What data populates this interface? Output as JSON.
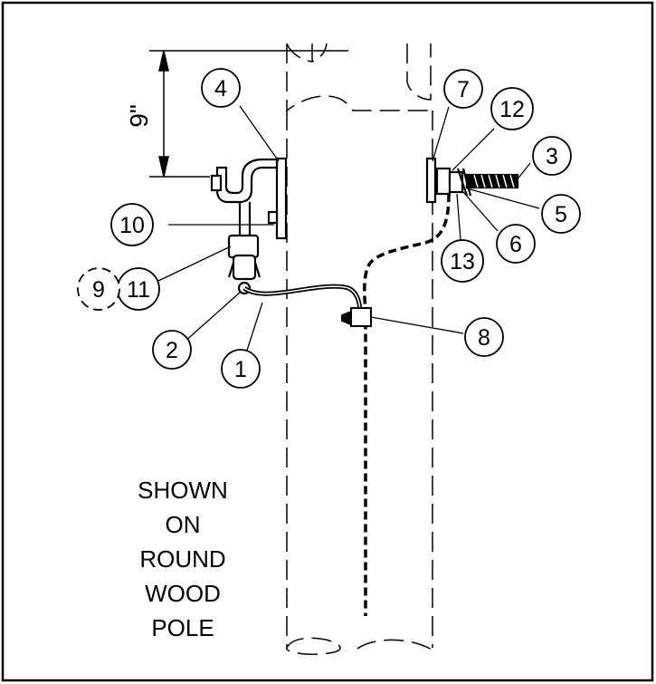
{
  "dimension": {
    "label": "9\""
  },
  "callouts": {
    "c1": "1",
    "c2": "2",
    "c3": "3",
    "c4": "4",
    "c5": "5",
    "c6": "6",
    "c7": "7",
    "c8": "8",
    "c9": "9",
    "c10": "10",
    "c11": "11",
    "c12": "12",
    "c13": "13"
  },
  "note": {
    "line1": "SHOWN",
    "line2": "ON",
    "line3": "ROUND",
    "line4": "WOOD",
    "line5": "POLE"
  }
}
